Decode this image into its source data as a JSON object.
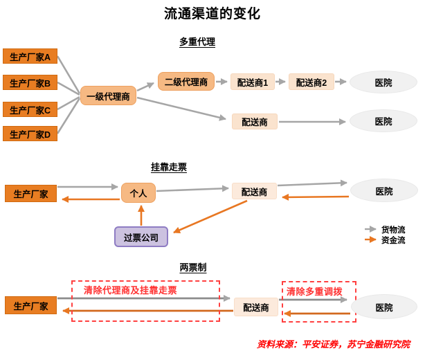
{
  "title": "流通渠道的变化",
  "source": "资料来源：平安证券，苏宁金融研究院",
  "legend": {
    "goods_flow": "货物流",
    "money_flow": "资金流"
  },
  "colors": {
    "manufacturer_orange": "#E87D22",
    "agent_peach": "#F6B983",
    "distributor_light_peach": "#FBE5D6",
    "invoice_company_purple": "#CCC2E0",
    "invoice_company_border": "#8E7CC3",
    "hospital_gray": "#F1F1F1",
    "goods_arrow_gray": "#A6A6A6",
    "money_arrow_orange": "#E87722",
    "note_red": "#FF3030",
    "source_red": "#FF0000"
  },
  "sections": {
    "multi_agent": {
      "header": "多重代理",
      "manufacturers": [
        "生产厂家A",
        "生产厂家B",
        "生产厂家C",
        "生产厂家D"
      ],
      "level1_agent": "一级代理商",
      "level2_agent": "二级代理商",
      "distributor1": "配送商1",
      "distributor2": "配送商2",
      "distributor": "配送商",
      "hospital_top": "医院",
      "hospital_bottom": "医院"
    },
    "affiliate": {
      "header": "挂靠走票",
      "manufacturer": "生产厂家",
      "individual": "个人",
      "distributor": "配送商",
      "hospital": "医院",
      "invoice_company": "过票公司"
    },
    "two_invoice": {
      "header": "两票制",
      "manufacturer": "生产厂家",
      "distributor": "配送商",
      "hospital": "医院",
      "note_left": "清除代理商及挂靠走票",
      "note_right": "清除多重调拨"
    }
  }
}
